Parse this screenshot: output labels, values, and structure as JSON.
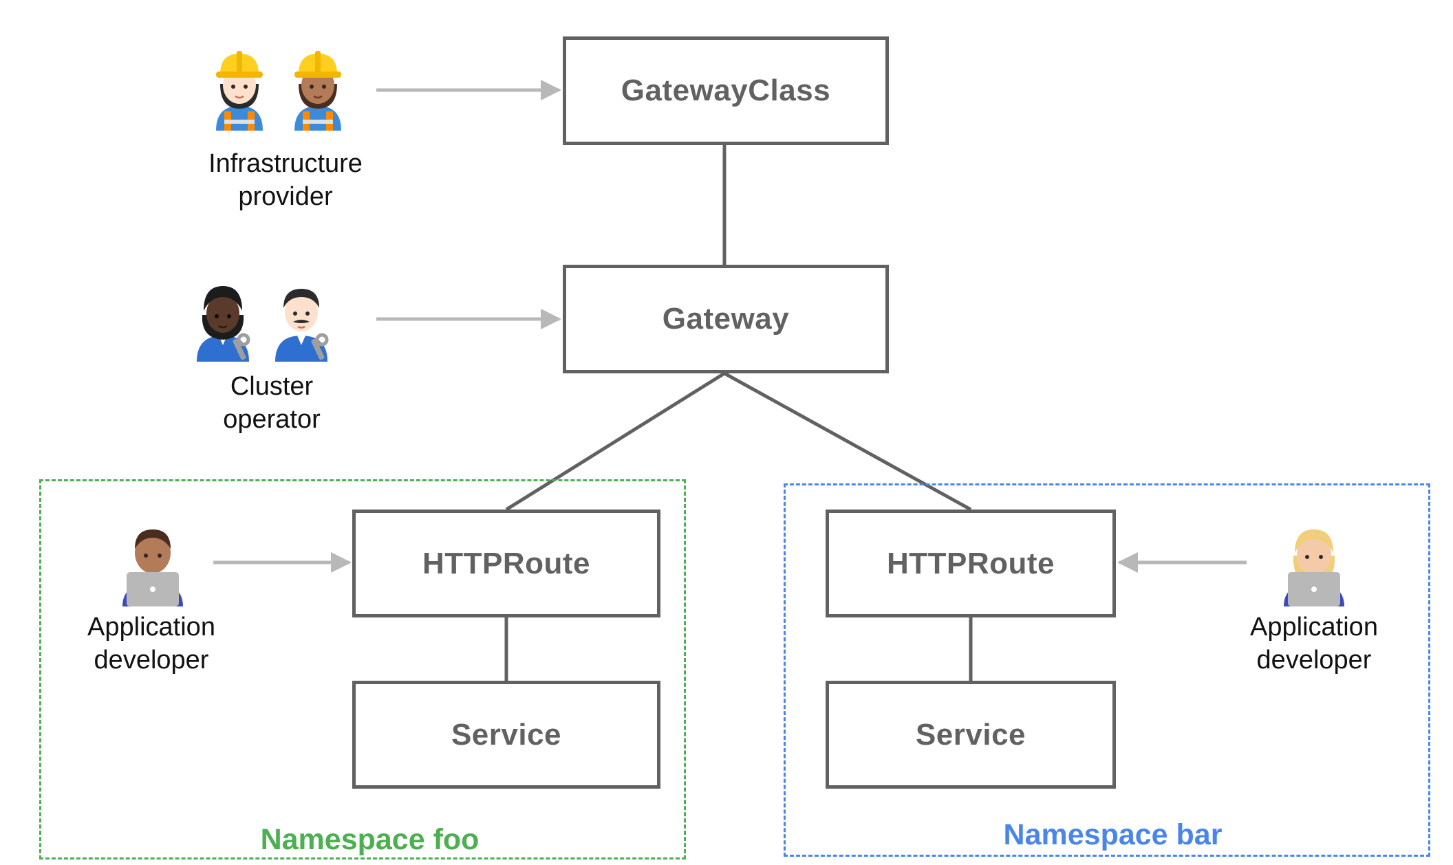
{
  "nodes": {
    "gatewayclass": "GatewayClass",
    "gateway": "Gateway",
    "httproute_foo": "HTTPRoute",
    "service_foo": "Service",
    "httproute_bar": "HTTPRoute",
    "service_bar": "Service"
  },
  "roles": {
    "infrastructure_provider": [
      "Infrastructure",
      "provider"
    ],
    "cluster_operator": [
      "Cluster",
      "operator"
    ],
    "app_dev_foo": [
      "Application",
      "developer"
    ],
    "app_dev_bar": [
      "Application",
      "developer"
    ]
  },
  "namespaces": {
    "foo": {
      "title": "Namespace foo",
      "color": "#4caf50"
    },
    "bar": {
      "title": "Namespace bar",
      "color": "#4a86e8"
    }
  },
  "icons": {
    "infrastructure_provider": [
      "construction-worker-woman-icon",
      "construction-worker-woman-icon"
    ],
    "cluster_operator": [
      "mechanic-woman-icon",
      "mechanic-man-icon"
    ],
    "app_dev_foo": "technologist-man-icon",
    "app_dev_bar": "technologist-woman-icon"
  },
  "colors": {
    "box_border": "#616161",
    "box_text": "#616161",
    "arrow": "#b8b8b8",
    "connector": "#616161"
  }
}
